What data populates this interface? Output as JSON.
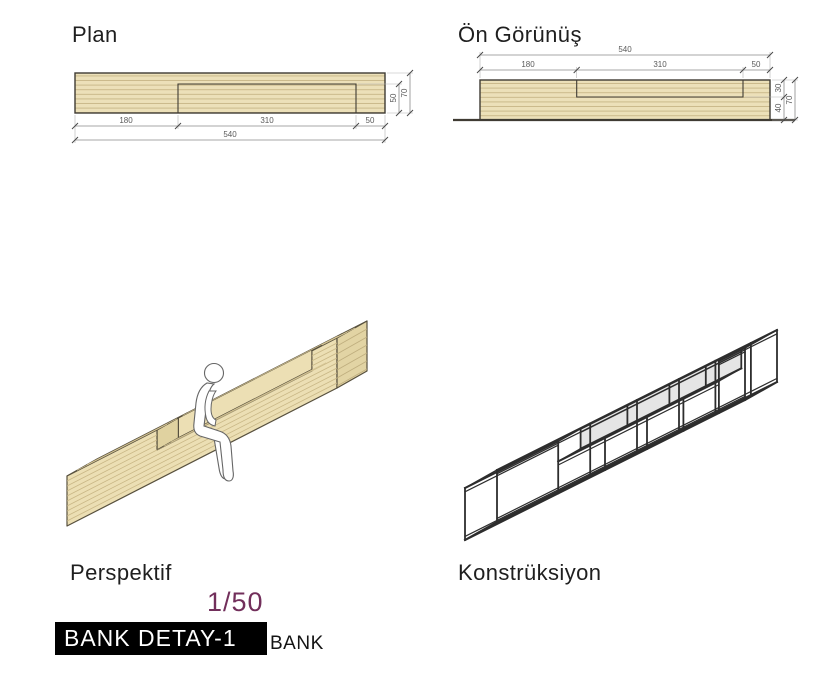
{
  "views": {
    "plan": {
      "label": "Plan",
      "dim_segments": [
        "180",
        "310",
        "50"
      ],
      "dim_total": "540",
      "dim_side": [
        "50",
        "70"
      ]
    },
    "front": {
      "label": "Ön Görünüş",
      "dim_total": "540",
      "dim_segments": [
        "180",
        "310",
        "50"
      ],
      "dim_side": [
        "30",
        "40",
        "70"
      ]
    },
    "perspective": {
      "label": "Perspektif"
    },
    "construction": {
      "label": "Konstrüksiyon"
    }
  },
  "footer": {
    "scale": "1/50",
    "title": "BANK DETAY-1",
    "tag": "BANK"
  },
  "colors": {
    "wood": "#ece0b9",
    "wood_grain": "#c7b686",
    "outline": "#3f3b33",
    "dimension": "#5a5a5a",
    "scale_text": "#722f5b",
    "title_bg": "#000000",
    "title_text": "#ffffff"
  }
}
